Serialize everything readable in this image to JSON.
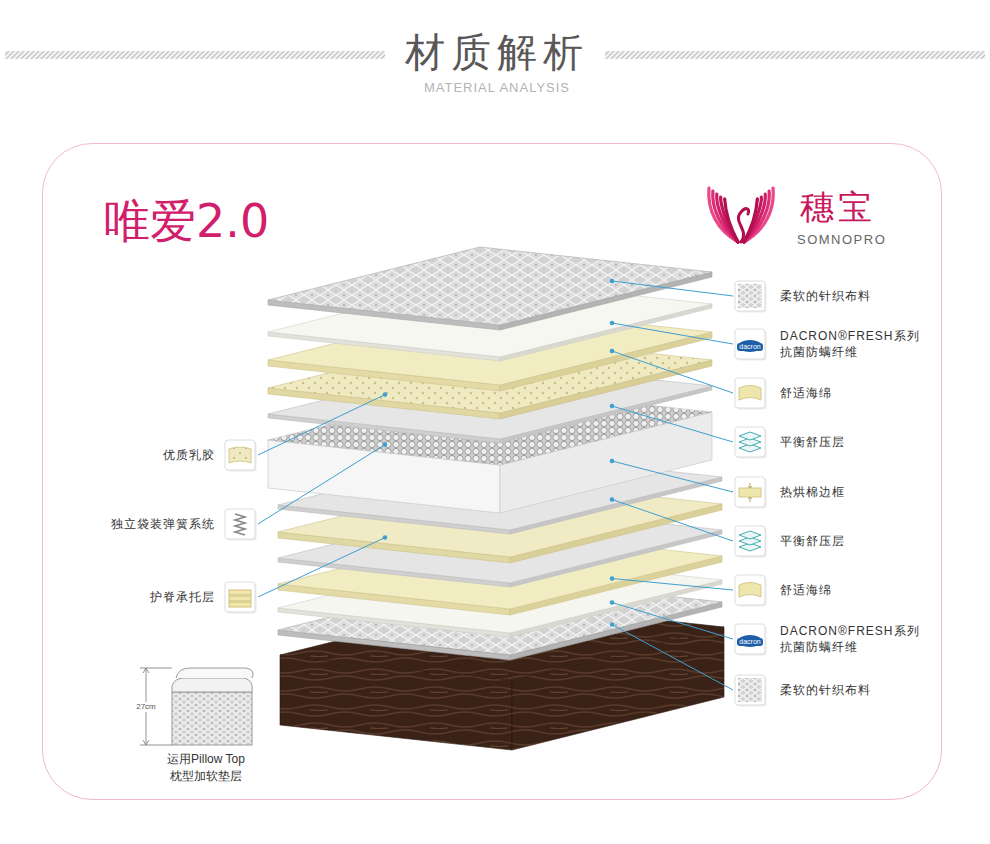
{
  "diagram": {
    "title": "材质解析",
    "nodes": [
      {
        "text": [
          "唯爱2.0"
        ]
      }
    ],
    "labels": [
      "MATERIAL ANALYSIS",
      "穗宝",
      "SOMNOPRO",
      "柔软的针织布料",
      "DACRON®FRESH系列 抗菌防螨纤维",
      "dacron",
      "舒适海绵",
      "平衡舒压层",
      "热烘棉边框",
      "平衡舒压层",
      "舒适海绵",
      "DACRON®FRESH系列 抗菌防螨纤维",
      "dacron",
      "柔软的针织布料",
      "优质乳胶",
      "独立袋装弹簧系统",
      "护脊承托层",
      "27cm",
      "运用Pillow Top 枕型加软垫层"
    ]
  }
}
